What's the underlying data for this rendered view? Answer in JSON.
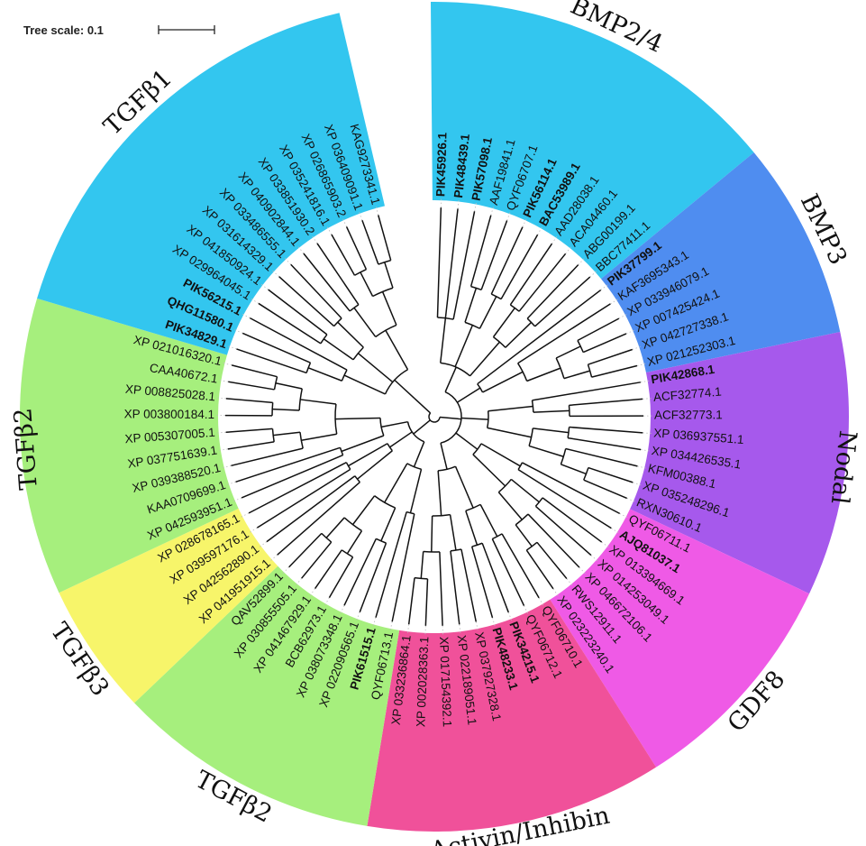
{
  "scale": {
    "label": "Tree scale: 0.1"
  },
  "clades": [
    {
      "name": "BMP2/4",
      "color": "#33c6ef",
      "leaves": [
        {
          "id": "PIK45926.1",
          "bold": true
        },
        {
          "id": "PIK48439.1",
          "bold": true
        },
        {
          "id": "PIK57098.1",
          "bold": true
        },
        {
          "id": "AAF19841.1",
          "bold": false
        },
        {
          "id": "QYF06707.1",
          "bold": false
        },
        {
          "id": "PIK56114.1",
          "bold": true
        },
        {
          "id": "BAC53989.1",
          "bold": true
        },
        {
          "id": "AAD28038.1",
          "bold": false
        },
        {
          "id": "ACA04460.1",
          "bold": false
        },
        {
          "id": "ABG00199.1",
          "bold": false
        },
        {
          "id": "BBC77411.1",
          "bold": false
        }
      ]
    },
    {
      "name": "BMP3",
      "color": "#4f8df0",
      "leaves": [
        {
          "id": "PIK37799.1",
          "bold": true
        },
        {
          "id": "KAF3695343.1",
          "bold": false
        },
        {
          "id": "XP 033946079.1",
          "bold": false
        },
        {
          "id": "XP 007425424.1",
          "bold": false
        },
        {
          "id": "XP 042727338.1",
          "bold": false
        },
        {
          "id": "XP 021252303.1",
          "bold": false
        }
      ]
    },
    {
      "name": "Nodal",
      "color": "#a659ec",
      "leaves": [
        {
          "id": "PIK42868.1",
          "bold": true
        },
        {
          "id": "ACF32774.1",
          "bold": false
        },
        {
          "id": "ACF32773.1",
          "bold": false
        },
        {
          "id": "XP 036937551.1",
          "bold": false
        },
        {
          "id": "XP 034426535.1",
          "bold": false
        },
        {
          "id": "KFM00388.1",
          "bold": false
        },
        {
          "id": "XP 035248296.1",
          "bold": false
        },
        {
          "id": "RXN30610.1",
          "bold": false
        }
      ]
    },
    {
      "name": "GDF8",
      "color": "#ef5ae6",
      "leaves": [
        {
          "id": "QYF06711.1",
          "bold": false
        },
        {
          "id": "AJQ81037.1",
          "bold": true
        },
        {
          "id": "XP 013394669.1",
          "bold": false
        },
        {
          "id": "XP 014253049.1",
          "bold": false
        },
        {
          "id": "XP 046672106.1",
          "bold": false
        },
        {
          "id": "RWS12911.1",
          "bold": false
        },
        {
          "id": "XP 023223240.1",
          "bold": false
        }
      ]
    },
    {
      "name": "Activin/Inhibin",
      "color": "#f0519a",
      "leaves": [
        {
          "id": "QYF06710.1",
          "bold": false
        },
        {
          "id": "QYF06712.1",
          "bold": false
        },
        {
          "id": "PIK34215.1",
          "bold": true
        },
        {
          "id": "PIK48233.1",
          "bold": true
        },
        {
          "id": "XP 037927328.1",
          "bold": false
        },
        {
          "id": "XP 022189051.1",
          "bold": false
        },
        {
          "id": "XP 017154392.1",
          "bold": false
        },
        {
          "id": "XP 002028363.1",
          "bold": false
        },
        {
          "id": "XP 033236864.1",
          "bold": false
        }
      ]
    },
    {
      "name": "TGFβ2",
      "color": "#a6ef7d",
      "leaves": [
        {
          "id": "QYF06713.1",
          "bold": false
        },
        {
          "id": "PIK61515.1",
          "bold": true
        },
        {
          "id": "XP 022090565.1",
          "bold": false
        },
        {
          "id": "XP 038073348.1",
          "bold": false
        },
        {
          "id": "BCB62973.1",
          "bold": false
        },
        {
          "id": "XP 041467929.1",
          "bold": false
        },
        {
          "id": "XP 030855505.1",
          "bold": false
        },
        {
          "id": "QAV52899.1",
          "bold": false
        }
      ]
    },
    {
      "name": "TGFβ3",
      "color": "#f7f56a",
      "leaves": [
        {
          "id": "XP 041951915.1",
          "bold": false
        },
        {
          "id": "XP 042562890.1",
          "bold": false
        },
        {
          "id": "XP 039597176.1",
          "bold": false
        },
        {
          "id": "XP 028678165.1",
          "bold": false
        }
      ]
    },
    {
      "name": "TGFβ2",
      "color": "#a6ef7d",
      "leaves": [
        {
          "id": "XP 042593951.1",
          "bold": false
        },
        {
          "id": "KAA0709699.1",
          "bold": false
        },
        {
          "id": "XP 039388520.1",
          "bold": false
        },
        {
          "id": "XP 037751639.1",
          "bold": false
        },
        {
          "id": "XP 005307005.1",
          "bold": false
        },
        {
          "id": "XP 003800184.1",
          "bold": false
        },
        {
          "id": "XP 008825028.1",
          "bold": false
        },
        {
          "id": "CAA40672.1",
          "bold": false
        },
        {
          "id": "XP 021016320.1",
          "bold": false
        }
      ]
    },
    {
      "name": "TGFβ1",
      "color": "#33c6ef",
      "leaves": [
        {
          "id": "PIK34829.1",
          "bold": true
        },
        {
          "id": "QHG11580.1",
          "bold": true
        },
        {
          "id": "PIK56215.1",
          "bold": true
        },
        {
          "id": "XP 029964045.1",
          "bold": false
        },
        {
          "id": "XP 041850924.1",
          "bold": false
        },
        {
          "id": "XP 031614329.1",
          "bold": false
        },
        {
          "id": "XP 033486555.1",
          "bold": false
        },
        {
          "id": "XP 040902844.1",
          "bold": false
        },
        {
          "id": "XP 033851930.2",
          "bold": false
        },
        {
          "id": "XP 035241816.1",
          "bold": false
        },
        {
          "id": "XP 026865903.2",
          "bold": false
        },
        {
          "id": "XP 036409091.1",
          "bold": false
        },
        {
          "id": "KAG9273341.1",
          "bold": false
        }
      ]
    }
  ]
}
